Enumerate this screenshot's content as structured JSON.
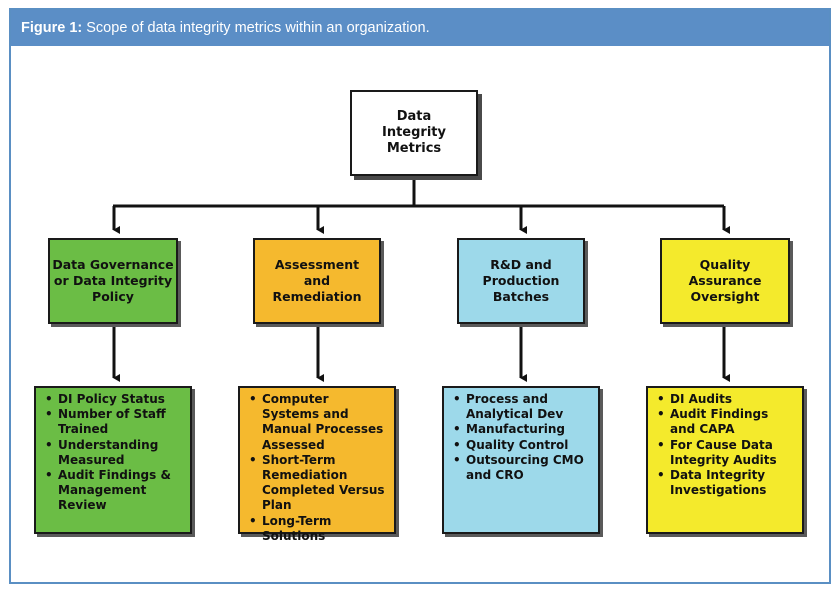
{
  "figure": {
    "label": "Figure 1:",
    "caption": "Scope of data integrity metrics within an organization."
  },
  "diagram": {
    "root": "Data Integrity Metrics",
    "categories": [
      {
        "title": "Data Governance or Data Integrity Policy",
        "color": "#6bbd45",
        "items": [
          "DI Policy Status",
          "Number of Staff Trained",
          "Understanding Measured",
          "Audit Findings & Management Review"
        ]
      },
      {
        "title": "Assessment and Remediation",
        "color": "#f5b92e",
        "items": [
          "Computer Systems and Manual Processes Assessed",
          "Short-Term Remediation Completed Versus Plan",
          "Long-Term Solutions"
        ]
      },
      {
        "title": "R&D and Production Batches",
        "color": "#9dd9ea",
        "items": [
          "Process and Analytical Dev",
          "Manufacturing",
          "Quality Control",
          "Outsourcing CMO and CRO"
        ]
      },
      {
        "title": "Quality Assurance Oversight",
        "color": "#f4ea2c",
        "items": [
          "DI Audits",
          "Audit Findings and CAPA",
          "For Cause Data Integrity Audits",
          "Data Integrity Investigations"
        ]
      }
    ]
  }
}
